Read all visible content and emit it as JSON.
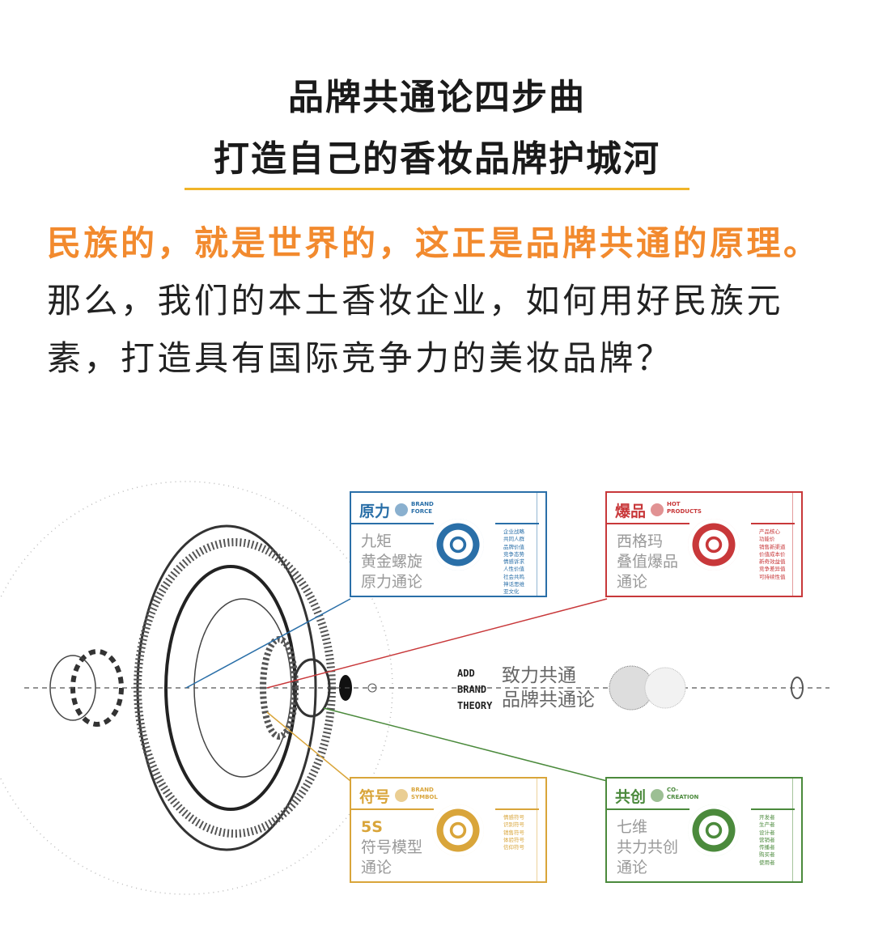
{
  "heading": {
    "line1": "品牌共通论四步曲",
    "line2": "打造自己的香妆品牌护城河"
  },
  "paragraph": {
    "highlight": "民族的，就是世界的，这正是品牌共通的原理。",
    "rest": "那么，我们的本土香妆企业，如何用好民族元素，打造具有国际竞争力的美妆品牌？"
  },
  "center": {
    "en": [
      "ADD",
      "BRAND",
      "THEORY"
    ],
    "cn1": "致力共通",
    "cn2": "品牌共通论"
  },
  "colors": {
    "accent": "#f28a2e",
    "rule": "#f0b429",
    "blue": "#2a6fa8",
    "red": "#c8383a",
    "gold": "#d9a53a",
    "green": "#4b8a3c"
  },
  "cards": [
    {
      "title": "原力",
      "en1": "BRAND",
      "en2": "FORCE",
      "lines": [
        "九矩",
        "黄金螺旋",
        "原力通论"
      ],
      "list": [
        "企业战略",
        "共同人群",
        "品牌价值",
        "竞争态势",
        "情感诉求",
        "人性价值",
        "社会共鸣",
        "神话思维",
        "亚文化"
      ]
    },
    {
      "title": "爆品",
      "en1": "HOT",
      "en2": "PRODUCTS",
      "lines": [
        "西格玛",
        "叠值爆品",
        "通论"
      ],
      "list": [
        "产品核心",
        "功能价",
        "销售新渠道",
        "价值成本价",
        "新奇效益值",
        "竞争差异值",
        "可持续性值"
      ]
    },
    {
      "title": "符号",
      "en1": "BRAND",
      "en2": "SYMBOL",
      "lines": [
        "5S",
        "符号模型",
        "通论"
      ],
      "list": [
        "情感符号",
        "识别符号",
        "销售符号",
        "体验符号",
        "信仰符号"
      ]
    },
    {
      "title": "共创",
      "en1": "CO-",
      "en2": "CREATION",
      "lines": [
        "七维",
        "共力共创",
        "通论"
      ],
      "list": [
        "开发者",
        "生产者",
        "设计者",
        "营销者",
        "传播者",
        "购买者",
        "使用者"
      ]
    }
  ]
}
